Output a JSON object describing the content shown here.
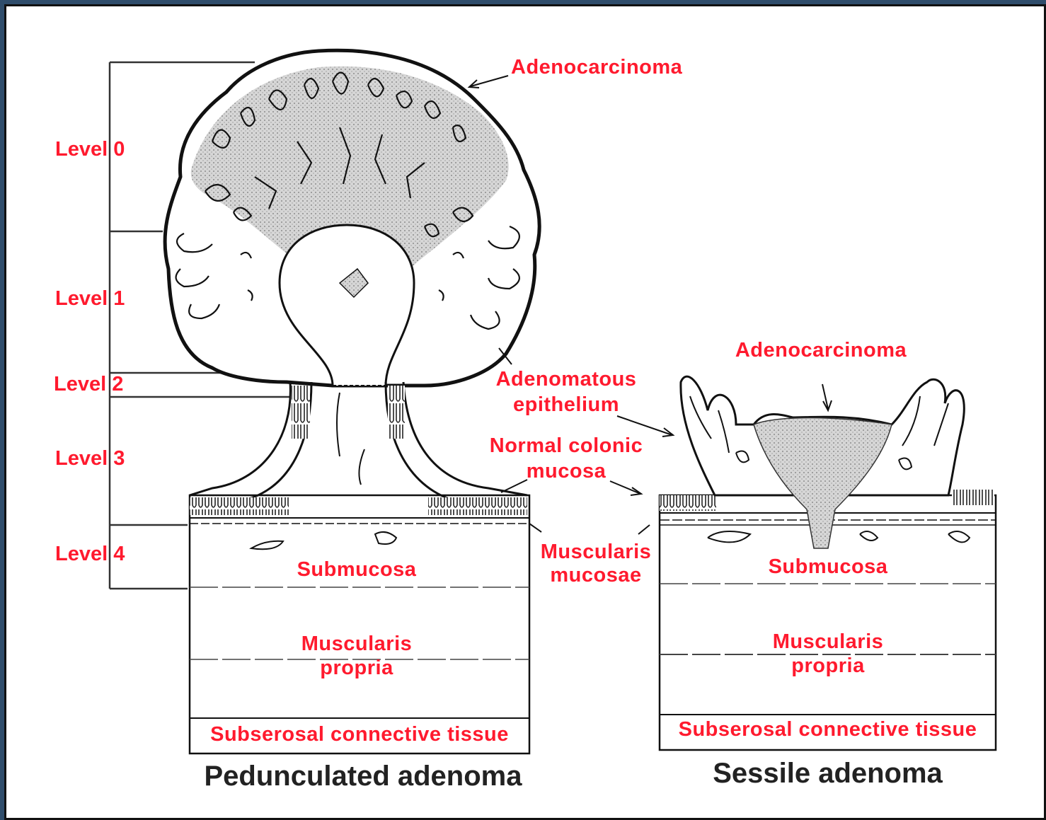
{
  "levels": [
    "Level 0",
    "Level 1",
    "Level 2",
    "Level 3",
    "Level 4"
  ],
  "pedunculated": {
    "adenocarcinoma": "Adenocarcinoma",
    "submucosa": "Submucosa",
    "muscularis_propria_1": "Muscularis",
    "muscularis_propria_2": "propria",
    "subserosal": "Subserosal connective tissue",
    "caption": "Pedunculated adenoma"
  },
  "middle": {
    "adenomatous_1": "Adenomatous",
    "adenomatous_2": "epithelium",
    "normal_1": "Normal colonic",
    "normal_2": "mucosa",
    "muscularis_mucosae_1": "Muscularis",
    "muscularis_mucosae_2": "mucosae"
  },
  "sessile": {
    "adenocarcinoma": "Adenocarcinoma",
    "submucosa": "Submucosa",
    "muscularis_propria_1": "Muscularis",
    "muscularis_propria_2": "propria",
    "subserosal": "Subserosal connective tissue",
    "caption": "Sessile adenoma"
  },
  "colors": {
    "label": "#ff1a2e",
    "border": "#2f4d6b",
    "ink": "#111111"
  }
}
